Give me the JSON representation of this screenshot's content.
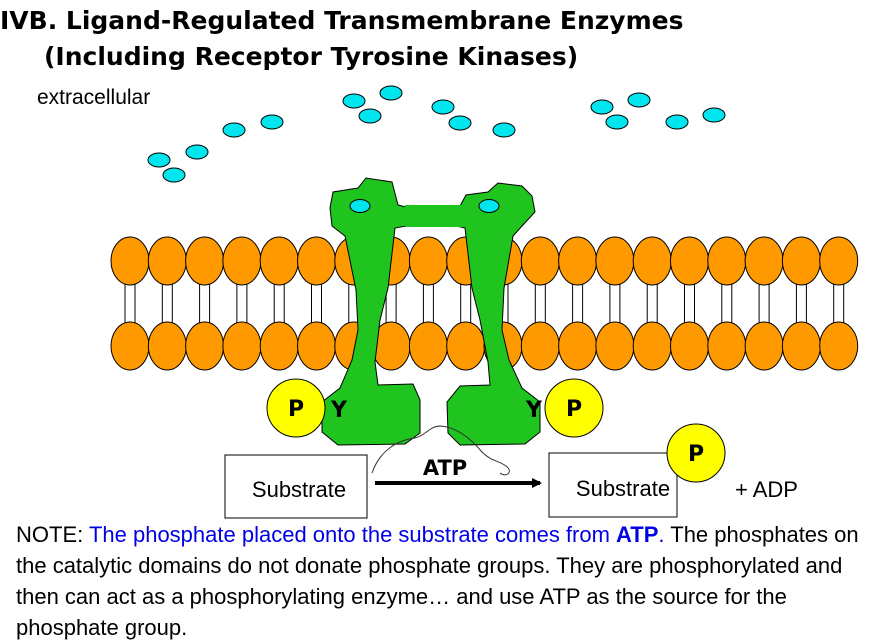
{
  "title": {
    "line1": "IVB.   Ligand-Regulated Transmembrane Enzymes",
    "line2": "(Including Receptor Tyrosine Kinases)"
  },
  "label_extracellular": "extracellular",
  "phosphate_label": "P",
  "tyrosine_label": "Y",
  "substrate_left": "Substrate",
  "substrate_right": "Substrate",
  "atp_label": "ATP",
  "adp_label": "+ ADP",
  "note": {
    "prefix": "NOTE:  ",
    "blue_text": "The phosphate placed onto the substrate comes from ",
    "atp": "ATP",
    "blue_period": ".",
    "rest": "  The phosphates on the catalytic domains do not donate phosphate groups.  They are phosphorylated and then can act as a phosphorylating enzyme… and use ATP as the source for the phosphate group."
  },
  "colors": {
    "ligand": "#00e5ee",
    "lipid_head": "#ff9900",
    "receptor": "#1fc41f",
    "phosphate": "#ffff00",
    "note_blue": "#0000e6"
  }
}
